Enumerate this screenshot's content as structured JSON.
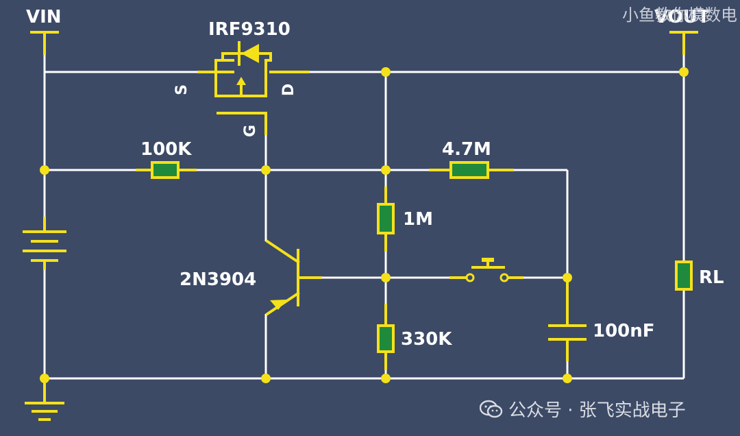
{
  "labels": {
    "vin": "VIN",
    "vout": "VOUT",
    "mosfet": "IRF9310",
    "source_pin": "S",
    "drain_pin": "D",
    "gate_pin": "G",
    "r_gate": "100K",
    "r_feedback": "4.7M",
    "r_upper": "1M",
    "r_lower": "330K",
    "transistor": "2N3904",
    "capacitor": "100nF",
    "load": "RL"
  },
  "watermark": {
    "top": "小鱼教你模数电",
    "bottom": "公众号 · 张飞实战电子"
  },
  "colors": {
    "background": "#3c4a66",
    "wire": "#ffffff",
    "component": "#f5e11a",
    "resistor_fill": "#1f8a3c"
  }
}
